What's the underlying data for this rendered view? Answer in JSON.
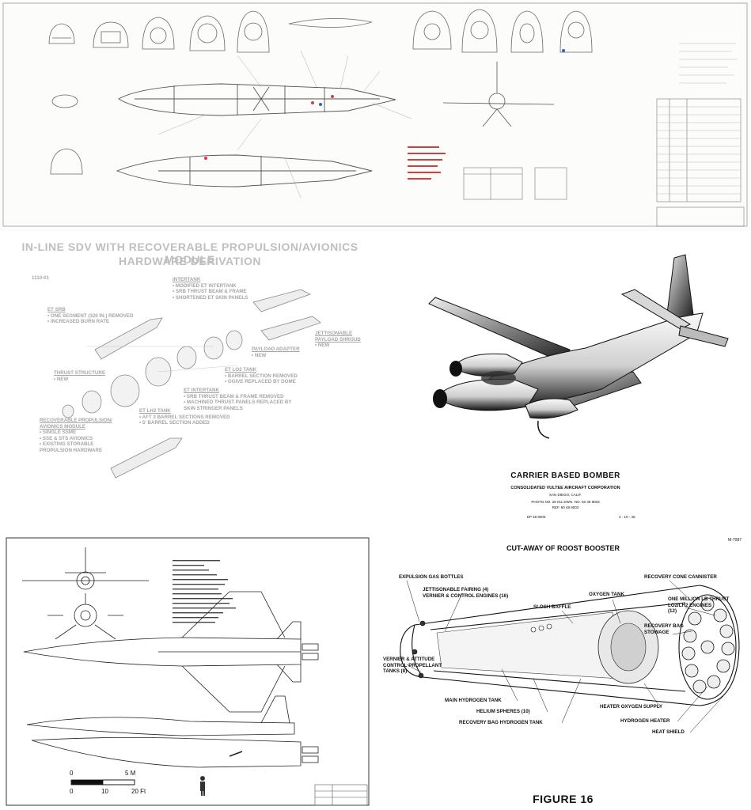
{
  "panel_inline_sdv": {
    "title_line1": "IN-LINE SDV WITH RECOVERABLE PROPULSION/AVIONICS MODULE",
    "title_line2": "HARDWARE DERIVATION",
    "figure_number": "1110-01",
    "srb_heading": "ET SRB",
    "srb_items": [
      "ONE SEGMENT (320 IN.) REMOVED",
      "INCREASED BURN RATE"
    ],
    "intertank_heading": "INTERTANK",
    "intertank_items": [
      "MODIFIED ET INTERTANK",
      "SRB THRUST BEAM & FRAME",
      "SHORTENED ET SKIN PANELS"
    ],
    "shroud_heading": "JETTISONABLE PAYLOAD SHROUD",
    "shroud_items": [
      "NEW"
    ],
    "adapter_heading": "PAYLOAD ADAPTER",
    "adapter_items": [
      "NEW"
    ],
    "lo2_heading": "ET LO2 TANK",
    "lo2_items": [
      "BARREL SECTION REMOVED",
      "OGIVE REPLACED BY DOME"
    ],
    "thrust_heading": "THRUST STRUCTURE",
    "thrust_items": [
      "NEW"
    ],
    "et_intertank_heading": "ET INTERTANK",
    "et_intertank_items": [
      "SRB THRUST BEAM & FRAME REMOVED",
      "MACHINED THRUST PANELS REPLACED BY SKIN STRINGER PANELS"
    ],
    "lh2_heading": "ET LH2 TANK",
    "lh2_items": [
      "AFT 3 BARREL SECTIONS REMOVED",
      "5' BARREL SECTION ADDED"
    ],
    "module_heading": "RECOVERABLE PROPULSION/ AVIONICS MODULE",
    "module_items": [
      "SINGLE SSME",
      "SSE & STS AVIONICS",
      "EXISTING STORABLE PROPULSION HARDWARE"
    ]
  },
  "panel_bomber": {
    "caption": "CARRIER BASED BOMBER",
    "company": "CONSOLIDATED VULTEE AIRCRAFT CORPORATION",
    "city": "SAN DIEGO, CALIF.",
    "photo_line": "PHOTO NO. 28 011    DWG. NO. 50 48 8003",
    "ref_line": "REF. 50 48 8003",
    "bottom_left": "EP 48 8000",
    "bottom_right": "4 - 19 - 46"
  },
  "panel_scale": {
    "scale_m_zero": "0",
    "scale_m_end": "5 M",
    "scale_ft": [
      "0",
      "10",
      "20 Ft"
    ]
  },
  "panel_roost": {
    "title": "CUT-AWAY OF ROOST BOOSTER",
    "corner_code": "M-7087",
    "figure_label": "FIGURE 16",
    "labels": {
      "expulsion": "EXPULSION GAS BOTTLES",
      "fairing": "JETTISONABLE FAIRING (4)\nVERNIER & CONTROL ENGINES (16)",
      "oxygen_tank": "OXYGEN TANK",
      "slosh": "SLOSH BAFFLE",
      "recovery_cone": "RECOVERY CONE CANNISTER",
      "engines": "ONE MILLION LB THRUST\nLO2/LH2 ENGINES\n(12)",
      "bag_stowage": "RECOVERY BAG\nSTOWAGE",
      "vernier_tanks": "VERNIER & ATTITUDE\nCONTROL PROPELLANT\nTANKS (8)",
      "main_h2": "MAIN HYDROGEN TANK",
      "helium": "HELIUM SPHERES (10)",
      "bag_h2": "RECOVERY BAG HYDROGEN TANK",
      "heater_o2": "HEATER OXYGEN SUPPLY",
      "h2_heater": "HYDROGEN HEATER",
      "heat_shield": "HEAT SHIELD"
    }
  }
}
